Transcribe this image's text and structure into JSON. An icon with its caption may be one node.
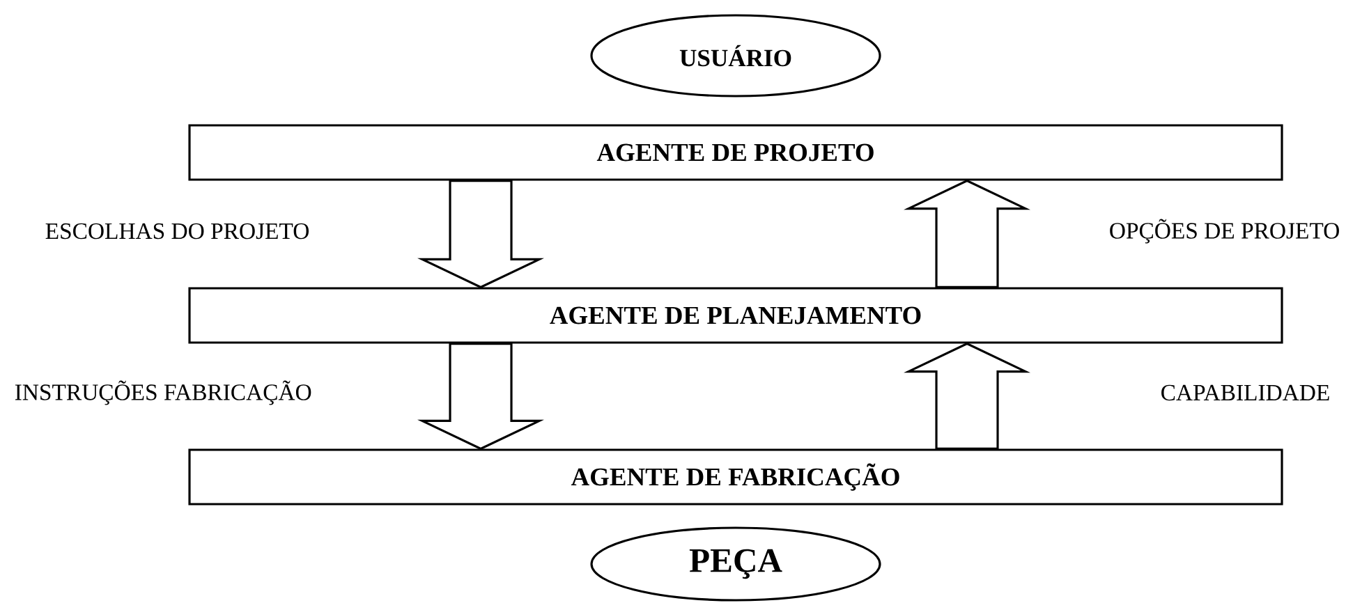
{
  "diagram": {
    "nodes": [
      {
        "text": [
          "USUÁRIO"
        ]
      },
      {
        "text": [
          "AGENTE DE PROJETO"
        ]
      },
      {
        "text": [
          "AGENTE DE PLANEJAMENTO"
        ]
      },
      {
        "text": [
          "AGENTE DE FABRICAÇÃO"
        ]
      },
      {
        "text": [
          "PEÇA"
        ]
      }
    ],
    "edges": [
      {
        "from": 1,
        "to": 2,
        "arrow": "to"
      },
      {
        "from": 2,
        "to": 1,
        "arrow": "to"
      },
      {
        "from": 2,
        "to": 3,
        "arrow": "to"
      },
      {
        "from": 3,
        "to": 2,
        "arrow": "to"
      }
    ],
    "labels": [
      "ESCOLHAS DO PROJETO",
      "OPÇÕES DE PROJETO",
      "INSTRUÇÕES FABRICAÇÃO",
      "CAPABILIDADE"
    ]
  }
}
